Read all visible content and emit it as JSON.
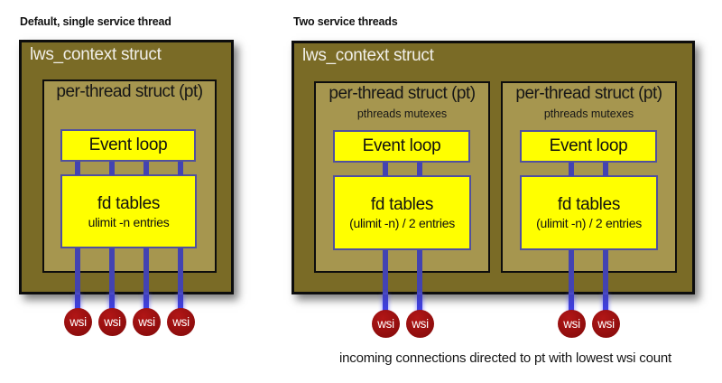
{
  "left_diagram": {
    "title": "Default, single service thread",
    "context_label": "lws_context struct",
    "thread": {
      "label": "per-thread struct (pt)",
      "event_loop_label": "Event loop",
      "fd_title": "fd tables",
      "fd_subtitle": "ulimit -n entries",
      "wsi_labels": [
        "wsi",
        "wsi",
        "wsi",
        "wsi"
      ]
    }
  },
  "right_diagram": {
    "title": "Two service threads",
    "context_label": "lws_context struct",
    "threads": [
      {
        "label": "per-thread struct (pt)",
        "mutex_label": "pthreads mutexes",
        "event_loop_label": "Event loop",
        "fd_title": "fd tables",
        "fd_subtitle": "(ulimit -n) / 2 entries",
        "wsi_labels": [
          "wsi",
          "wsi"
        ]
      },
      {
        "label": "per-thread struct (pt)",
        "mutex_label": "pthreads mutexes",
        "event_loop_label": "Event loop",
        "fd_title": "fd tables",
        "fd_subtitle": "(ulimit -n) / 2 entries",
        "wsi_labels": [
          "wsi",
          "wsi"
        ]
      }
    ],
    "caption": "incoming connections directed to pt with lowest wsi count"
  },
  "colors": {
    "context_fill": "#7a6b26",
    "thread_fill": "#a6964f",
    "yellow_box_fill": "#ffff00",
    "yellow_box_border": "#50509e",
    "connector_blue": "#4343b2",
    "connector_bright_blue": "#4040ee",
    "wsi_red": "#9e1111",
    "context_text": "#f1efe9",
    "text": "#161616"
  }
}
